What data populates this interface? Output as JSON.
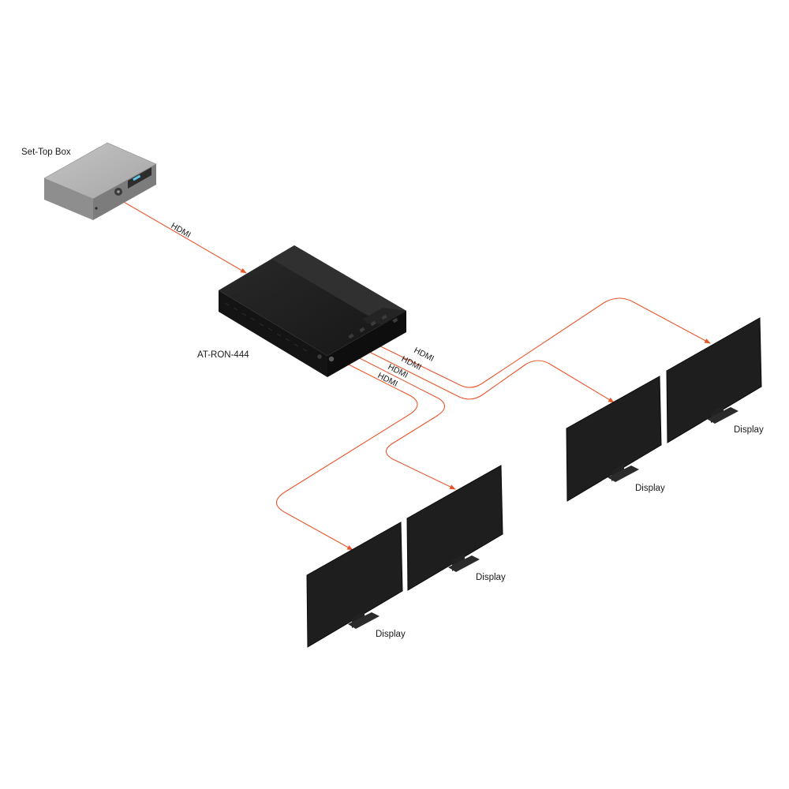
{
  "colors": {
    "cable": "#e8562c",
    "device_dark": "#1b1b1b",
    "stb_grey": "#9a9a9a",
    "display_panel": "#1e1e1e"
  },
  "devices": {
    "set_top_box": {
      "label": "Set-Top Box",
      "icon": "set-top-box-icon"
    },
    "switcher": {
      "label": "AT-RON-444",
      "icon": "av-matrix-device-icon"
    }
  },
  "displays": [
    {
      "label": "Display",
      "icon": "monitor-icon"
    },
    {
      "label": "Display",
      "icon": "monitor-icon"
    },
    {
      "label": "Display",
      "icon": "monitor-icon"
    },
    {
      "label": "Display",
      "icon": "monitor-icon"
    }
  ],
  "connections": {
    "input": {
      "label": "HDMI"
    },
    "outputs": [
      {
        "label": "HDMI"
      },
      {
        "label": "HDMI"
      },
      {
        "label": "HDMI"
      },
      {
        "label": "HDMI"
      }
    ]
  }
}
